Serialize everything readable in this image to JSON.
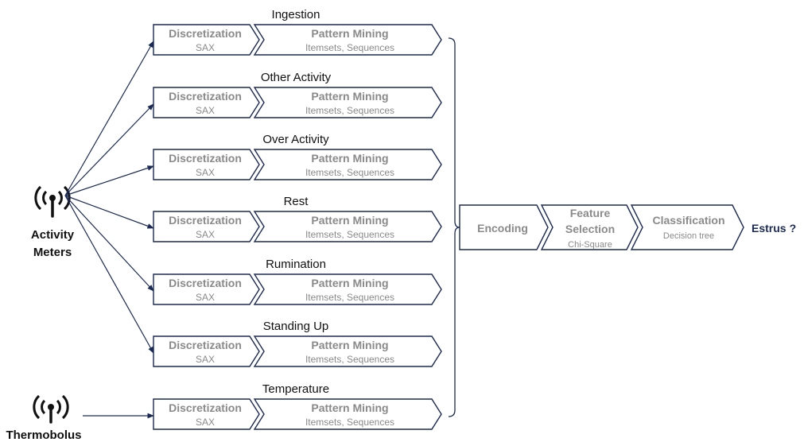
{
  "sources": [
    {
      "label_line1": "Activity",
      "label_line2": "Meters",
      "icon": "antenna-icon"
    },
    {
      "label_line1": "Thermobolus",
      "label_line2": "",
      "icon": "antenna-icon"
    }
  ],
  "common_steps": {
    "discretization": "Discretization",
    "discretization_sub": "SAX",
    "pattern_mining": "Pattern Mining",
    "pattern_mining_sub": "Itemsets, Sequences"
  },
  "pipelines": [
    {
      "label": "Ingestion"
    },
    {
      "label": "Other Activity"
    },
    {
      "label": "Over Activity"
    },
    {
      "label": "Rest"
    },
    {
      "label": "Rumination"
    },
    {
      "label": "Standing Up"
    },
    {
      "label": "Temperature"
    }
  ],
  "final_steps": {
    "encoding": "Encoding",
    "feature_line1": "Feature",
    "feature_line2": "Selection",
    "feature_sub": "Chi-Square",
    "classification": "Classification",
    "classification_sub": "Decision tree"
  },
  "output": {
    "label": "Estrus",
    "mark": "?"
  },
  "colors": {
    "stroke": "#1b2a55",
    "step_text": "#8a8a8a",
    "label_text": "#111111"
  }
}
